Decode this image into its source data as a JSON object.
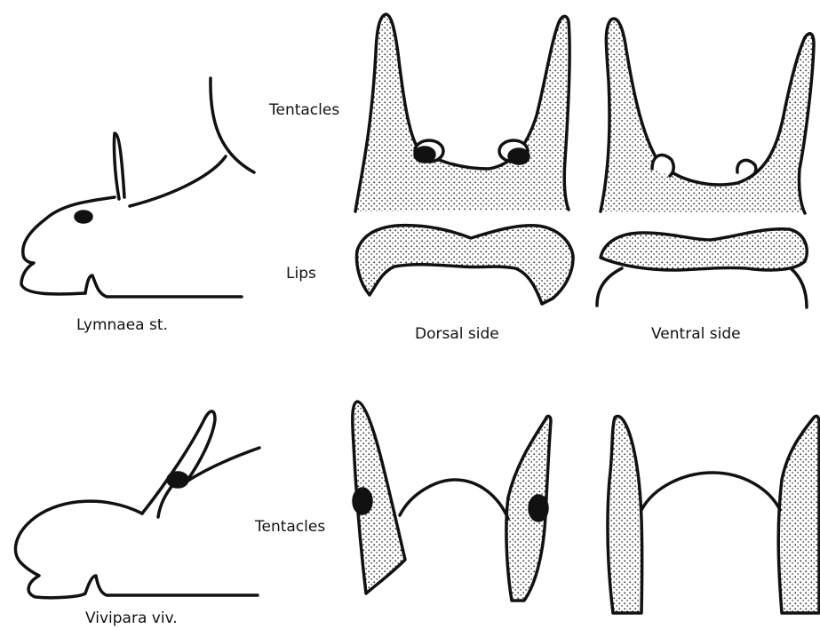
{
  "labels": {
    "tentacles_top": "Tentacles",
    "lips": "Lips",
    "tentacles_bottom": "Tentacles",
    "lymnaea": "Lymnaea st.",
    "dorsal": "Dorsal side",
    "ventral": "Ventral side",
    "vivipara": "Vivipara viv."
  },
  "colors": {
    "ink": "#111111",
    "stipple": "#222222",
    "paper": "#ffffff"
  }
}
